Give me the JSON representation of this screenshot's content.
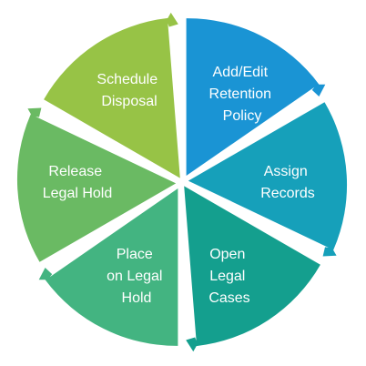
{
  "segments": [
    {
      "id": "add-edit-retention-policy",
      "lines": [
        "Add/Edit",
        "Retention",
        "Policy"
      ],
      "color": "#1a94d4"
    },
    {
      "id": "assign-records",
      "lines": [
        "Assign",
        "Records"
      ],
      "color": "#16a0ba"
    },
    {
      "id": "open-legal-cases",
      "lines": [
        "Open",
        "Legal",
        "Cases"
      ],
      "color": "#149f8e"
    },
    {
      "id": "place-on-legal-hold",
      "lines": [
        "Place",
        "on Legal",
        "Hold"
      ],
      "color": "#43b481"
    },
    {
      "id": "release-legal-hold",
      "lines": [
        "Release",
        "Legal Hold"
      ],
      "color": "#6aba63"
    },
    {
      "id": "schedule-disposal",
      "lines": [
        "Schedule",
        "Disposal"
      ],
      "color": "#97c346"
    }
  ]
}
